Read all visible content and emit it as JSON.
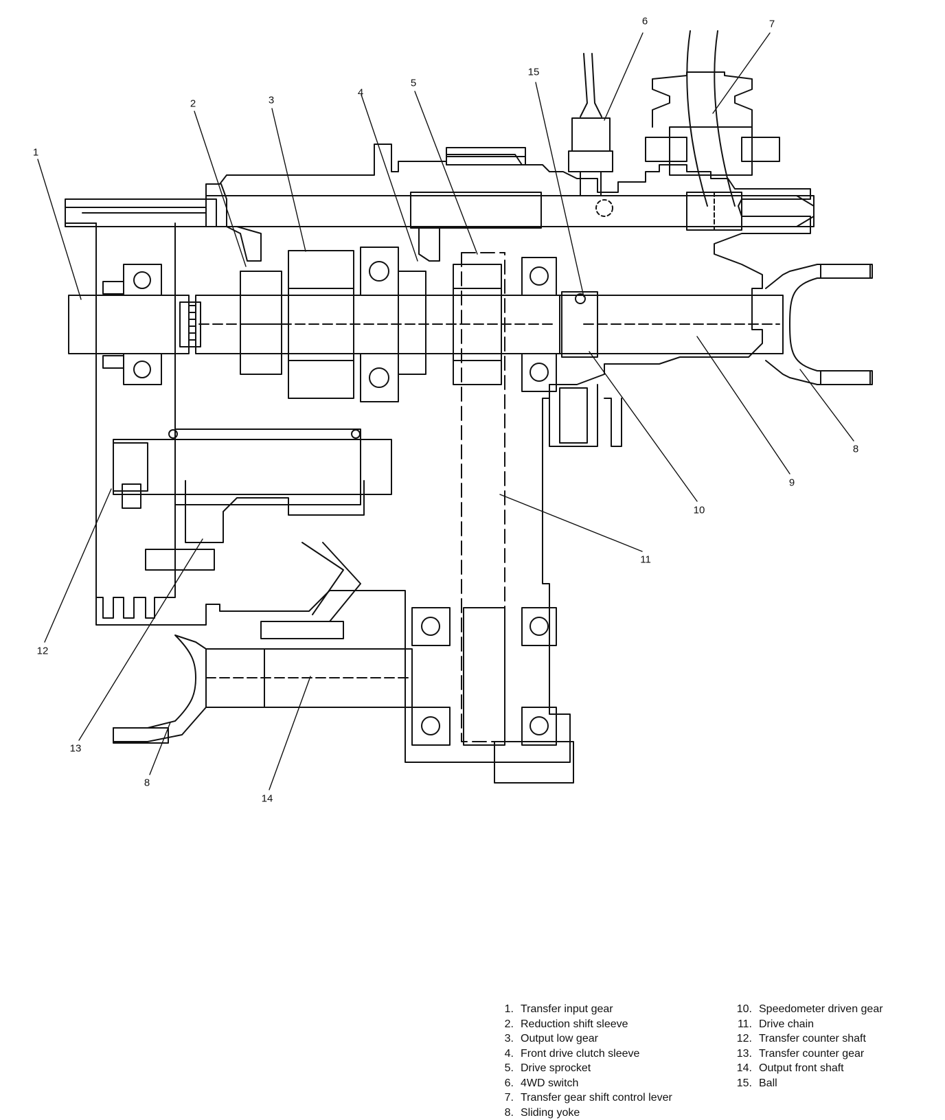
{
  "callouts": [
    {
      "id": "c1",
      "text": "1"
    },
    {
      "id": "c2",
      "text": "2"
    },
    {
      "id": "c3",
      "text": "3"
    },
    {
      "id": "c4",
      "text": "4"
    },
    {
      "id": "c5",
      "text": "5"
    },
    {
      "id": "c6",
      "text": "6"
    },
    {
      "id": "c7",
      "text": "7"
    },
    {
      "id": "c8a",
      "text": "8"
    },
    {
      "id": "c8b",
      "text": "8"
    },
    {
      "id": "c9",
      "text": "9"
    },
    {
      "id": "c10",
      "text": "10"
    },
    {
      "id": "c11",
      "text": "11"
    },
    {
      "id": "c12",
      "text": "12"
    },
    {
      "id": "c13",
      "text": "13"
    },
    {
      "id": "c14",
      "text": "14"
    },
    {
      "id": "c15",
      "text": "15"
    }
  ],
  "legend": {
    "left": [
      {
        "num": "1.",
        "label": "Transfer input gear"
      },
      {
        "num": "2.",
        "label": "Reduction shift sleeve"
      },
      {
        "num": "3.",
        "label": "Output low gear"
      },
      {
        "num": "4.",
        "label": "Front drive clutch sleeve"
      },
      {
        "num": "5.",
        "label": "Drive sprocket"
      },
      {
        "num": "6.",
        "label": "4WD switch"
      },
      {
        "num": "7.",
        "label": "Transfer gear shift control lever"
      },
      {
        "num": "8.",
        "label": "Sliding yoke"
      }
    ],
    "right": [
      {
        "num": "10.",
        "label": "Speedometer driven gear"
      },
      {
        "num": "11.",
        "label": "Drive chain"
      },
      {
        "num": "12.",
        "label": "Transfer counter shaft"
      },
      {
        "num": "13.",
        "label": "Transfer counter gear"
      },
      {
        "num": "14.",
        "label": "Output front shaft"
      },
      {
        "num": "15.",
        "label": "Ball"
      }
    ]
  },
  "colors": {
    "ink": "#111111",
    "background": "#ffffff"
  }
}
